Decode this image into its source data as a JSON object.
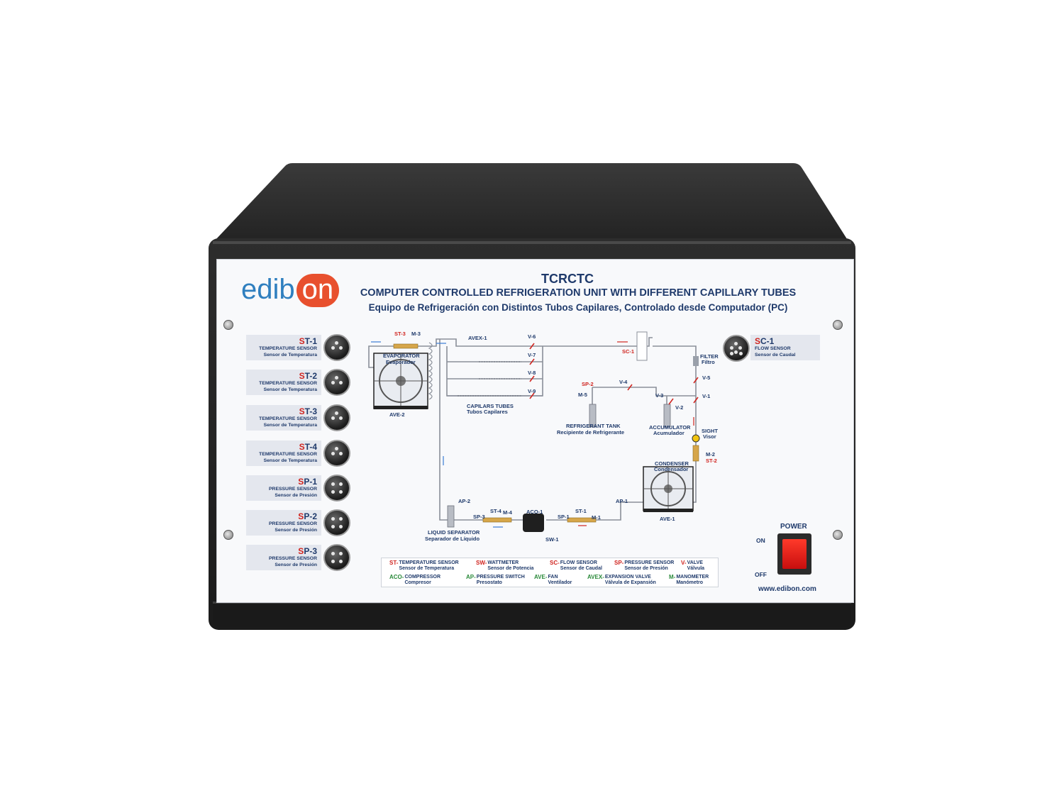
{
  "panel": {
    "model": "TCRCTC",
    "title_en": "COMPUTER CONTROLLED REFRIGERATION UNIT WITH DIFFERENT CAPILLARY TUBES",
    "title_es": "Equipo de Refrigeración con Distintos Tubos Capilares, Controlado desde Computador (PC)",
    "brand_a": "edib",
    "brand_b": "on",
    "website": "www.edibon.com"
  },
  "sensors": [
    {
      "code_a": "S",
      "code_b": "T-1",
      "en": "TEMPERATURE SENSOR",
      "es": "Sensor de Temperatura"
    },
    {
      "code_a": "S",
      "code_b": "T-2",
      "en": "TEMPERATURE SENSOR",
      "es": "Sensor de Temperatura"
    },
    {
      "code_a": "S",
      "code_b": "T-3",
      "en": "TEMPERATURE SENSOR",
      "es": "Sensor de Temperatura"
    },
    {
      "code_a": "S",
      "code_b": "T-4",
      "en": "TEMPERATURE SENSOR",
      "es": "Sensor de Temperatura"
    },
    {
      "code_a": "S",
      "code_b": "P-1",
      "en": "PRESSURE SENSOR",
      "es": "Sensor de Presión"
    },
    {
      "code_a": "S",
      "code_b": "P-2",
      "en": "PRESSURE SENSOR",
      "es": "Sensor de Presión"
    },
    {
      "code_a": "S",
      "code_b": "P-3",
      "en": "PRESSURE SENSOR",
      "es": "Sensor de Presión"
    }
  ],
  "flow_sensor": {
    "code_a": "S",
    "code_b": "C-1",
    "en": "FLOW SENSOR",
    "es": "Sensor de Caudal"
  },
  "diagram": {
    "st3": "ST-3",
    "m3": "M-3",
    "avex1": "AVEX-1",
    "v6": "V-6",
    "v7": "V-7",
    "v8": "V-8",
    "v9": "V-9",
    "sc1": "SC-1",
    "filter_en": "FILTER",
    "filter_es": "Filtro",
    "v5": "V-5",
    "v1": "V-1",
    "v2": "V-2",
    "v3": "V-3",
    "v4": "V-4",
    "sp2": "SP-2",
    "m5": "M-5",
    "evap_en": "EVAPORATOR",
    "evap_es": "Evaporador",
    "ave2": "AVE-2",
    "cap_en": "CAPILARS TUBES",
    "cap_es": "Tubos Capilares",
    "tank_en": "REFRIGERANT TANK",
    "tank_es": "Recipiente de Refrigerante",
    "acc_en": "ACCUMULATOR",
    "acc_es": "Acumulador",
    "sight_en": "SIGHT",
    "sight_es": "Visor",
    "m2": "M-2",
    "st2": "ST-2",
    "cond_en": "CONDENSER",
    "cond_es": "Condensador",
    "ave1": "AVE-1",
    "ap2": "AP-2",
    "ap1": "AP-1",
    "sp3": "SP-3",
    "st4": "ST-4",
    "m4": "M-4",
    "aco1": "ACO-1",
    "sw1": "SW-1",
    "sp1": "SP-1",
    "st1": "ST-1",
    "m1": "M-1",
    "liq_en": "LIQUID SEPARATOR",
    "liq_es": "Separador de Líquido"
  },
  "legend": [
    {
      "code": "ST-",
      "en": "TEMPERATURE SENSOR",
      "es": "Sensor de Temperatura"
    },
    {
      "code": "SW-",
      "en": "WATTMETER",
      "es": "Sensor de Potencia"
    },
    {
      "code": "SC-",
      "en": "FLOW SENSOR",
      "es": "Sensor de Caudal"
    },
    {
      "code": "SP-",
      "en": "PRESSURE SENSOR",
      "es": "Sensor de Presión"
    },
    {
      "code": "V-",
      "en": "VALVE",
      "es": "Válvula"
    },
    {
      "code": "ACO-",
      "en": "COMPRESSOR",
      "es": "Compresor"
    },
    {
      "code": "AP-",
      "en": "PRESSURE SWITCH",
      "es": "Presostato"
    },
    {
      "code": "AVE-",
      "en": "FAN",
      "es": "Ventilador"
    },
    {
      "code": "AVEX-",
      "en": "EXPANSION VALVE",
      "es": "Válvula de Expansión"
    },
    {
      "code": "M-",
      "en": "MANOMETER",
      "es": "Manómetro"
    }
  ],
  "power": {
    "label": "POWER",
    "on": "ON",
    "off": "OFF"
  },
  "colors": {
    "panel_text": "#1f3a6b",
    "code_red": "#d0241f",
    "brand_blue": "#2f7fbf",
    "brand_orange": "#e8502e",
    "power_red": "#e51c14"
  }
}
